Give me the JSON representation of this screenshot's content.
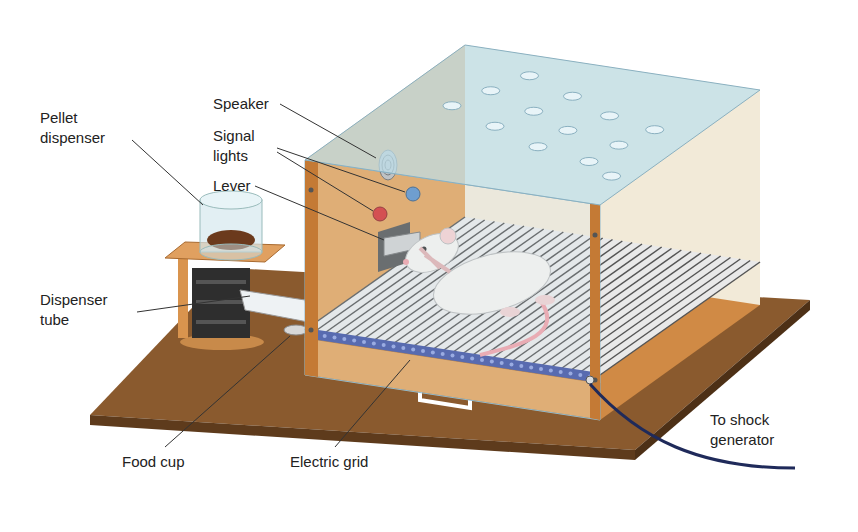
{
  "diagram": {
    "labels": [
      "Speaker",
      "Pellet dispenser",
      "Signal lights",
      "Lever",
      "Dispenser tube",
      "Food cup",
      "Electric grid",
      "To shock generator"
    ]
  }
}
